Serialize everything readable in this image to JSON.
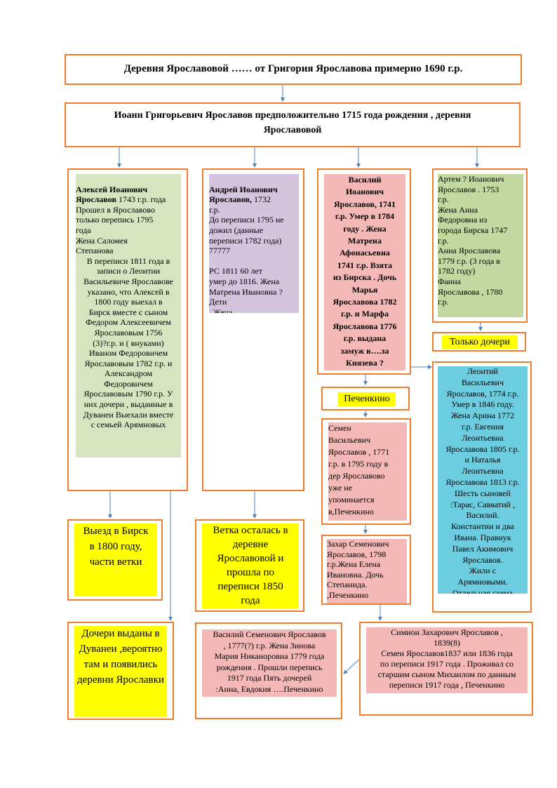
{
  "title": "Деревня     Ярославовой     ……  от   Григория  Ярославова  примерно  1690  г.р.",
  "ioann": "Иоанн  Григорьевич   Ярославов  предположительно 1715 года  рождения  , деревня\nЯрославовой",
  "aleksey": {
    "name": "Алексей Иоанович\nЯрославов",
    "text": " 1743  г.р. года\n Прошел в Ярославово\nтолько  перепись  1795\nгода\nЖена  Саломея\nСтепанова",
    "text2": " В переписи 1811  года  в\nзаписи  о Леонтии\nВасильевиче  Ярославове\nуказано, что   Алексей   в\n1800 году   выехал в\nБирск   вместе с  сыном\nФедором Алексеевичем\nЯрославовым  1756\n(3)?г.р.       и ( внуками)\nИваном Федоровичем\nЯрославовым 1782 г.р.  и\nАлександром\nФедоровичем\nЯрославовым  1790 г.р.  У\nних дочери , выданные в\nДуванеи Выехали вместе\nс  семьей   Арямновых"
  },
  "andrey": {
    "name": "Андрей   Иоанович\nЯрославов,",
    "text": "  1732\nг.р.\nДо  переписи 1795 не\nдожил (данные\nпереписи 1782 года)\n77777\n\nРС 1811    60 лет\nумер  до  1816.  Жена\nМатрена Ивановна ?\nДети\n                     . Жена"
  },
  "vasiliy": "Василий\nИоанович\nЯрославов, 1741\nг.р.   Умер в  1784\nгоду . Жена\nМатрена\nАфонасьевна\n1741 г.р. Взята\nиз Бирска  . Дочь\nМарья\nЯрославова   1782\nг.р. и Марфа\nЯрославова 1776\nг.р.  выдана\nзамуж в….за\nКнязева ?",
  "artem": "Артем ?  Иоанович\nЯрославов . 1753\nг.р.\nЖена  Анна\nФедоровна из\nгорода Бирска 1747\nг.р.\nАнна  Ярославова\n1779 г.р.  (3 года в\n1782 году)\n Фаина\nЯрославова    , 1780\nг.р.",
  "only_daughters": "Только  дочери",
  "pechenkino": "Печенкино",
  "semen": "Семен\nВасильевич\nЯрославов , 1771\nг.р. в 1795 году в\nдер Ярославово\nуже не\nупоминается\nв,Печенкино",
  "zakhar": "Захар  Семенович\nЯрославов, 1798\nг.р.Жена Елена\nИвановна. Дочь\nСтепанида.\n,Печенкино",
  "leontiy": "Леонтий\nВасильевич\nЯрославов, 1774  г.р.\nУмер в  1846  году.\nЖена Арина 1772\nг.р.  Евгения\nЛеонтьевна\nЯрославова 1805 г.р.\nи   Наталья\nЛеонтьевна\nЯрославова 1813 г.р.\nШесть сыновей\n:Тарас, Савватий ,\nВасилий.\nКонстантин и два\nИвана. Правнук\nПавел  Акимович\nЯрославов.\nЖили с\nАрямновыми.\nОтдельная  схема",
  "birsk": "Выезд в Бирск\nв  1800  году,\nчасти  ветки",
  "branch": "Ветка  осталась в\nдеревне\nЯрославовой и\nпрошла по\nпереписи 1850\nгода",
  "duvaney": "Дочери  выданы в\nДуванеи   ,вероятно\nтам и  появились\nдеревни  Ярославки",
  "vasiliy_sem": "Василий Семенович  Ярославов\n, 1777(?) г.р.   Жена Зинова\nМария  Никаноровна  1779  года\nрождения .  Прошли перепись\n1917 года Пять дочерей\n:Анна,  Евдокия ….Печенкино",
  "simion": "Симион  Захарович  Ярославов ,\n1839(8)\nСемен  Ярославов1837 или 1836   года\nпо переписи  1917  года . Проживал со\nстаршим сыном  Михаилом по данным\nпереписи  1917  года , Печенкино",
  "colors": {
    "border": "#ed7d31",
    "arrow": "#4f81bd",
    "yellow": "#ffff00"
  }
}
